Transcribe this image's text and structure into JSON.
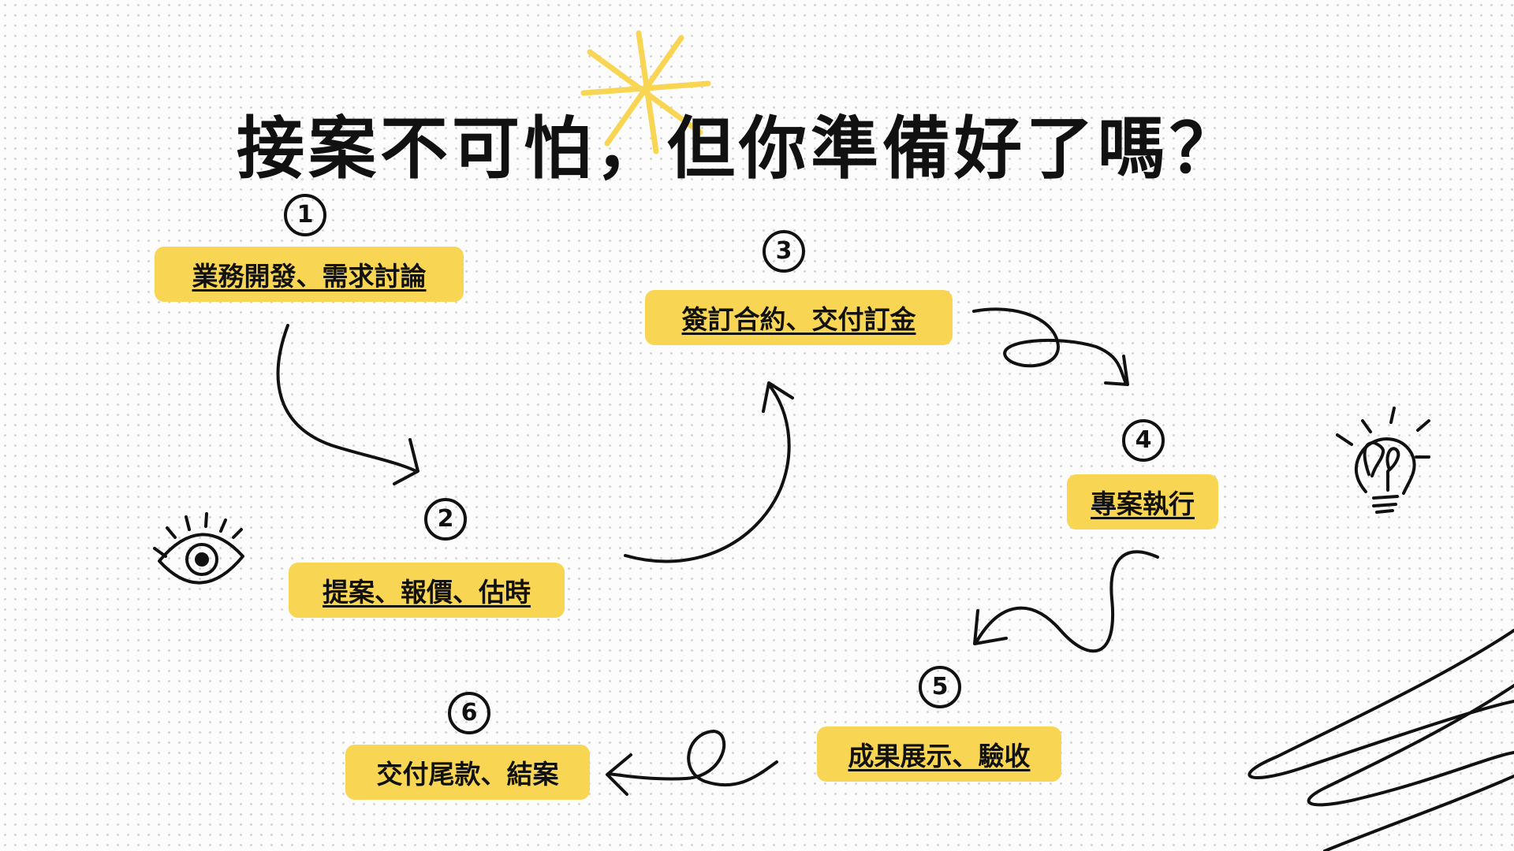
{
  "title": "接案不可怕，但你準備好了嗎？",
  "steps": [
    {
      "num": "1",
      "label": "業務開發、需求討論"
    },
    {
      "num": "2",
      "label": "提案、報價、估時"
    },
    {
      "num": "3",
      "label": "簽訂合約、交付訂金"
    },
    {
      "num": "4",
      "label": "專案執行"
    },
    {
      "num": "5",
      "label": "成果展示、驗收"
    },
    {
      "num": "6",
      "label": "交付尾款、結案"
    }
  ],
  "colors": {
    "accent": "#f8d654",
    "ink": "#111111"
  },
  "icons": [
    "sparkle-icon",
    "eye-icon",
    "lightbulb-icon",
    "scribble-doodle"
  ]
}
